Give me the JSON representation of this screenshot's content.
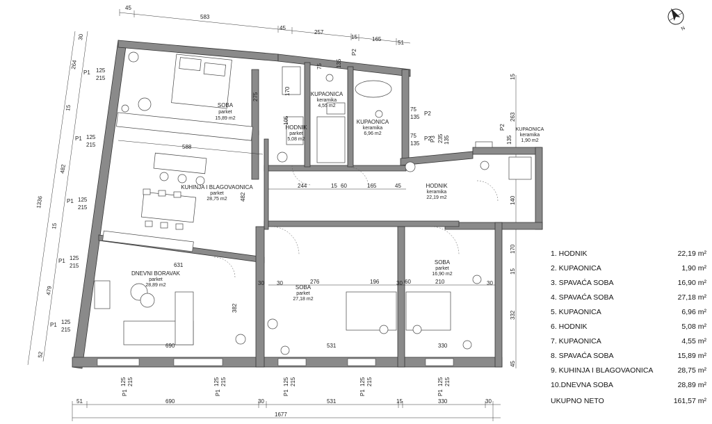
{
  "rooms": [
    {
      "name": "SOBA",
      "material": "parket",
      "area": "15,89 m2"
    },
    {
      "name": "KUPAONICA",
      "material": "keramika",
      "area": "4,55 m2"
    },
    {
      "name": "KUPAONICA",
      "material": "keramika",
      "area": "6,96 m2"
    },
    {
      "name": "HODNIK",
      "material": "parket",
      "area": "5,08 m2"
    },
    {
      "name": "KUPAONICA",
      "material": "keramika",
      "area": "1,90 m2"
    },
    {
      "name": "KUHINJA I BLAGOVAONICA",
      "material": "parket",
      "area": "28,75 m2"
    },
    {
      "name": "HODNIK",
      "material": "keramika",
      "area": "22,19 m2"
    },
    {
      "name": "SOBA",
      "material": "parket",
      "area": "16,90 m2"
    },
    {
      "name": "DNEVNI BORAVAK",
      "material": "parket",
      "area": "28,89 m2"
    },
    {
      "name": "SOBA",
      "material": "parket",
      "area": "27,18 m2"
    }
  ],
  "top_dims": [
    "45",
    "583",
    "45",
    "257",
    "15",
    "165",
    "51"
  ],
  "bottom_dims": [
    "51",
    "690",
    "30",
    "531",
    "15",
    "330",
    "30"
  ],
  "bottom_total": "1677",
  "left_dims": [
    "30",
    "264",
    "15",
    "482",
    "15",
    "479",
    "52"
  ],
  "left_total": "1336",
  "right_dims": [
    "15",
    "263",
    "140",
    "170",
    "15",
    "332",
    "45"
  ],
  "interior_dims": [
    "588",
    "244",
    "15",
    "60",
    "165",
    "45",
    "631",
    "276",
    "196",
    "60",
    "210",
    "690",
    "531",
    "330",
    "30",
    "30",
    "30",
    "30",
    "382",
    "482",
    "275",
    "105",
    "170",
    "235"
  ],
  "door_tags": [
    {
      "tag": "P1",
      "w": "125",
      "h": "215"
    },
    {
      "tag": "P2",
      "w": "75",
      "h": "135"
    },
    {
      "tag": "P3",
      "w": "235",
      "h": "135"
    }
  ],
  "legend": [
    {
      "label": "1.  HODNIK",
      "area": "22,19 m²"
    },
    {
      "label": "2.  KUPAONICA",
      "area": "1,90 m²"
    },
    {
      "label": "3.  SPAVAĆA SOBA",
      "area": "16,90 m²"
    },
    {
      "label": "4.  SPAVAĆA SOBA",
      "area": "27,18 m²"
    },
    {
      "label": "5.  KUPAONICA",
      "area": "6,96 m²"
    },
    {
      "label": "6.  HODNIK",
      "area": "5,08 m²"
    },
    {
      "label": "7.  KUPAONICA",
      "area": "4,55 m²"
    },
    {
      "label": "8.  SPAVAĆA SOBA",
      "area": "15,89 m²"
    },
    {
      "label": "9.  KUHINJA I BLAGOVAONICA",
      "area": "28,75 m²"
    },
    {
      "label": "10.DNEVNA SOBA",
      "area": "28,89 m²"
    }
  ],
  "total": {
    "label": "UKUPNO NETO",
    "area": "161,57 m²"
  },
  "compass_letter": "N"
}
